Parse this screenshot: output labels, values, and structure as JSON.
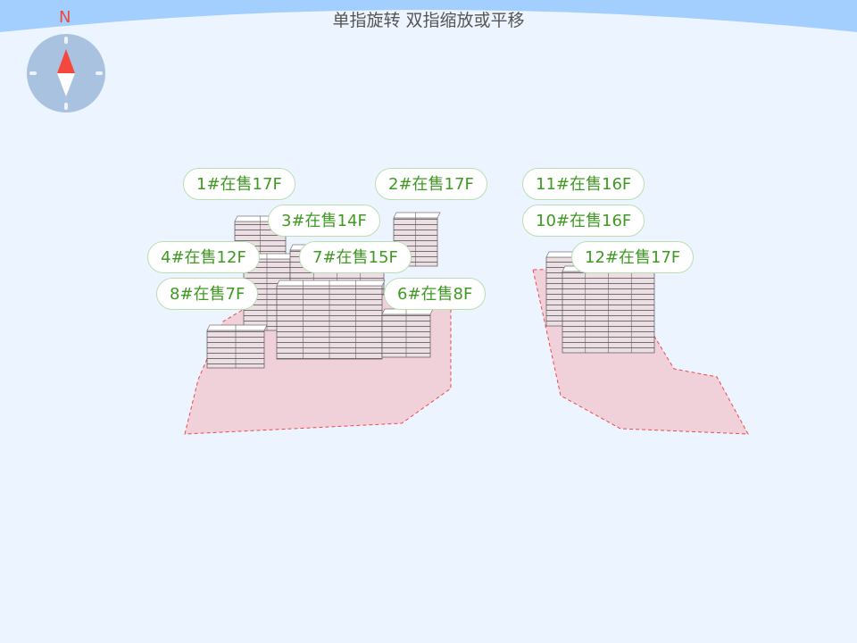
{
  "hint": "单指旋转 双指缩放或平移",
  "compass": {
    "north_label": "N",
    "needle_north_color": "#f5473e",
    "body_color": "#a9c2df"
  },
  "colors": {
    "plot_fill": "#f0d1d9",
    "plot_border": "#f0484a",
    "label_text": "#3f9a22",
    "background": "#ecf5ff",
    "top_band": "#a3cffe"
  },
  "labels": [
    {
      "id": "10",
      "text": "10#在售16F"
    },
    {
      "id": "11",
      "text": "11#在售16F"
    },
    {
      "id": "1",
      "text": "1#在售17F"
    },
    {
      "id": "2",
      "text": "2#在售17F"
    },
    {
      "id": "4",
      "text": "4#在售12F"
    },
    {
      "id": "3",
      "text": "3#在售14F"
    },
    {
      "id": "7",
      "text": "7#在售15F"
    },
    {
      "id": "6",
      "text": "6#在售8F"
    },
    {
      "id": "8",
      "text": "8#在售7F"
    },
    {
      "id": "12",
      "text": "12#在售17F"
    }
  ]
}
